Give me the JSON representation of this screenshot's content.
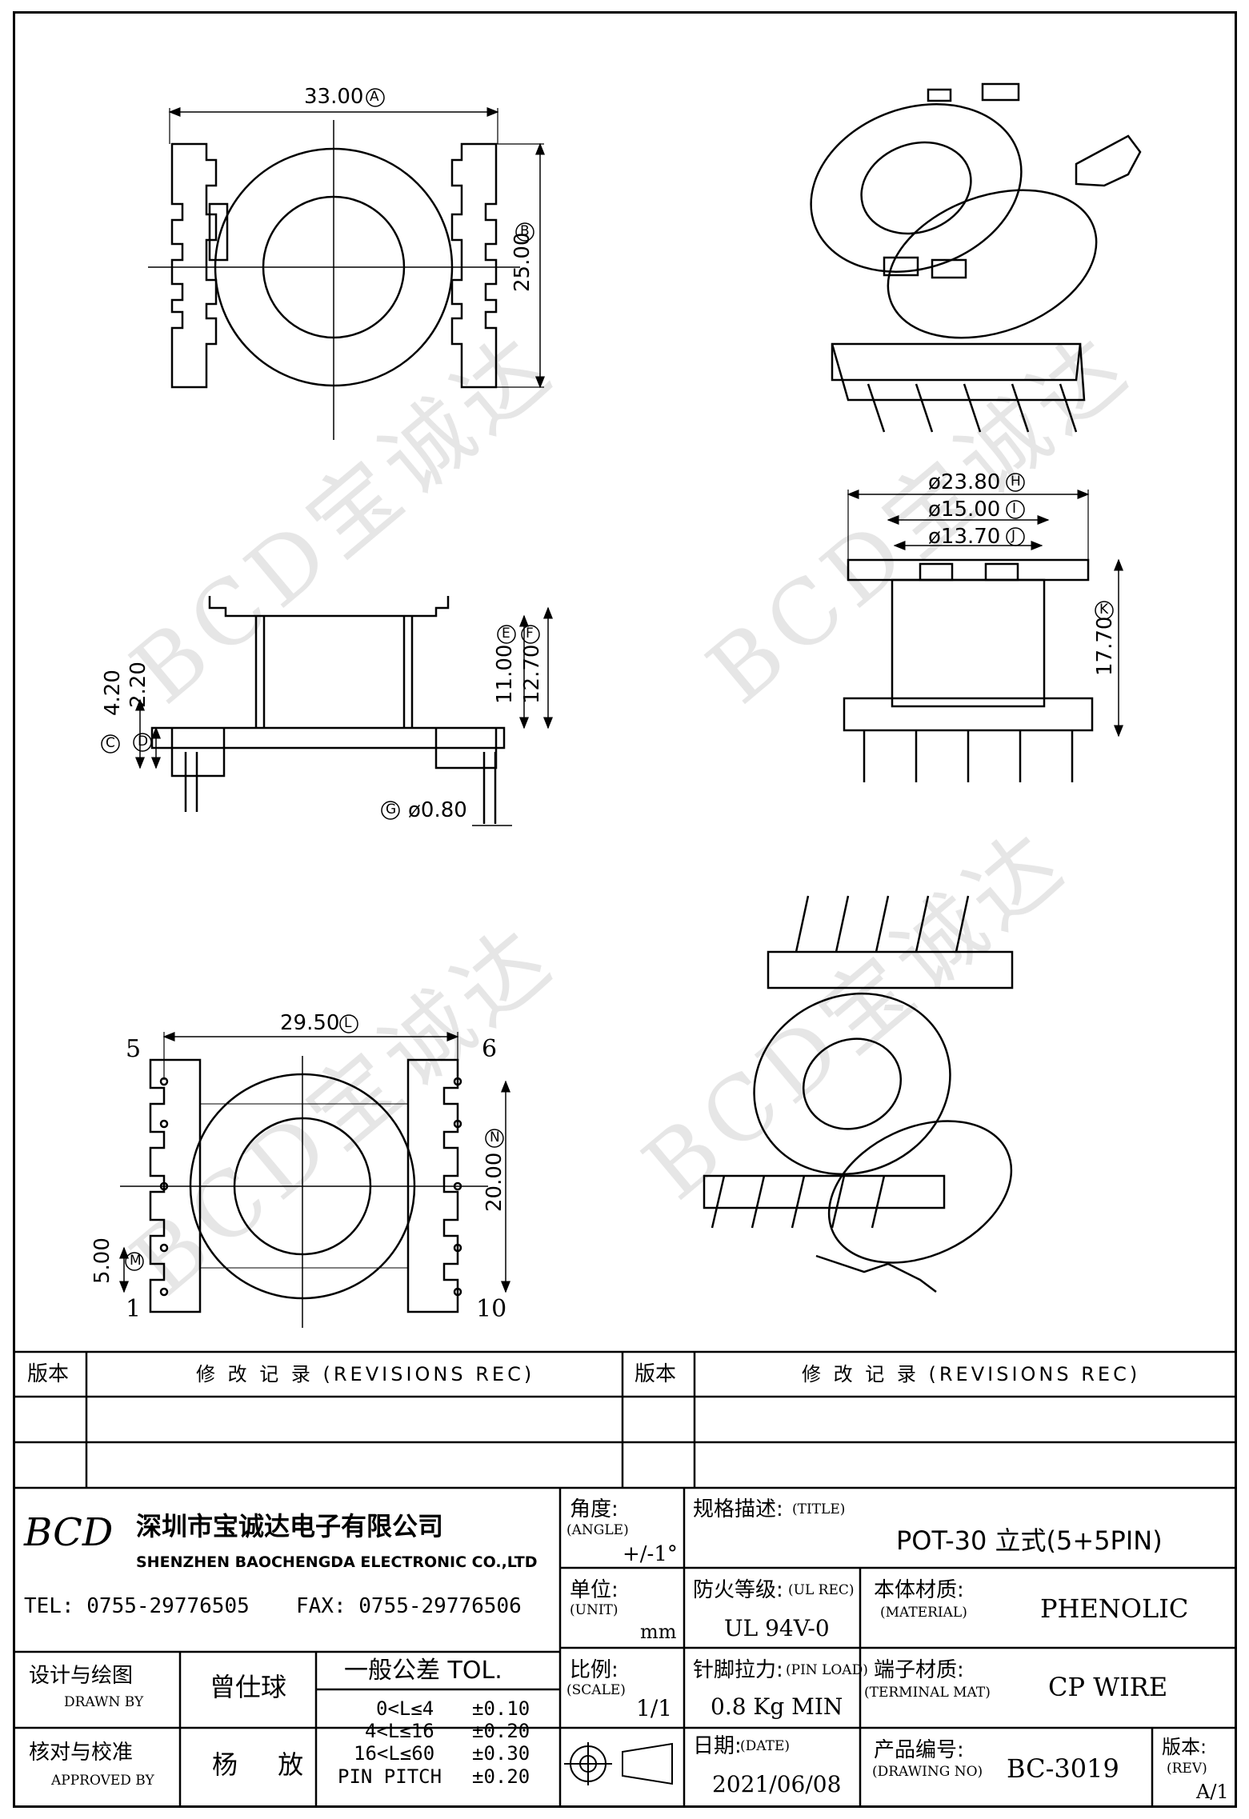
{
  "watermark": "BCD宝诚达",
  "dimensions": {
    "top_width": "33.00",
    "top_width_tag": "A",
    "top_height": "25.00",
    "top_height_tag": "B",
    "side_c": "4.20",
    "side_c_tag": "C",
    "side_d": "2.20",
    "side_d_tag": "D",
    "side_e": "11.00",
    "side_e_tag": "E",
    "side_f": "12.70",
    "side_f_tag": "F",
    "pin_dia": "ø0.80",
    "pin_dia_tag": "G",
    "dia_h": "ø23.80",
    "dia_h_tag": "H",
    "dia_i": "ø15.00",
    "dia_i_tag": "I",
    "dia_j": "ø13.70",
    "dia_j_tag": "J",
    "height_k": "17.70",
    "height_k_tag": "K",
    "bottom_width": "29.50",
    "bottom_width_tag": "L",
    "pin_pitch_m": "5.00",
    "pin_pitch_m_tag": "M",
    "bottom_height": "20.00",
    "bottom_height_tag": "N"
  },
  "pins": {
    "p5": "5",
    "p6": "6",
    "p1": "1",
    "p10": "10"
  },
  "revisions": {
    "left_rev_header": "版本",
    "left_desc_header": "修 改 记 录 (REVISIONS REC)",
    "right_rev_header": "版本",
    "right_desc_header": "修 改 记 录 (REVISIONS REC)"
  },
  "company": {
    "logo": "BCD",
    "name_cn": "深圳市宝诚达电子有限公司",
    "name_en": "SHENZHEN BAOCHENGDA ELECTRONIC CO.,LTD",
    "tel": "TEL: 0755-29776505",
    "fax": "FAX: 0755-29776506"
  },
  "title_block": {
    "angle_label": "角度:",
    "angle_label_en": "(ANGLE)",
    "angle_value": "+/-1°",
    "title_label": "规格描述:",
    "title_label_en": "(TITLE)",
    "title_value": "POT-30 立式(5+5PIN)",
    "unit_label": "单位:",
    "unit_label_en": "(UNIT)",
    "unit_value": "mm",
    "ul_label": "防火等级:",
    "ul_label_en": "(UL REC)",
    "ul_value": "UL 94V-0",
    "material_label": "本体材质:",
    "material_label_en": "(MATERIAL)",
    "material_value": "PHENOLIC",
    "scale_label": "比例:",
    "scale_label_en": "(SCALE)",
    "scale_value": "1/1",
    "pin_load_label": "针脚拉力:",
    "pin_load_label_en": "(PIN LOAD)",
    "pin_load_value": "0.8 Kg MIN",
    "terminal_label": "端子材质:",
    "terminal_label_en": "(TERMINAL MAT)",
    "terminal_value": "CP WIRE",
    "date_label": "日期:",
    "date_label_en": "(DATE)",
    "date_value": "2021/06/08",
    "drawing_no_label": "产品编号:",
    "drawing_no_label_en": "(DRAWING NO)",
    "drawing_no_value": "BC-3019",
    "rev_label": "版本:",
    "rev_label_en": "(REV)",
    "rev_value": "A/1",
    "drawn_label": "设计与绘图",
    "drawn_label_en": "DRAWN BY",
    "drawn_value": "曾仕球",
    "approved_label": "核对与校准",
    "approved_label_en": "APPROVED BY",
    "approved_value": "杨 放",
    "tol_label": "一般公差 TOL.",
    "tol_rows": [
      {
        "range": "0<L≤4",
        "value": "±0.10"
      },
      {
        "range": "4<L≤16",
        "value": "±0.20"
      },
      {
        "range": "16<L≤60",
        "value": "±0.30"
      },
      {
        "range": "PIN PITCH",
        "value": "±0.20"
      }
    ]
  }
}
